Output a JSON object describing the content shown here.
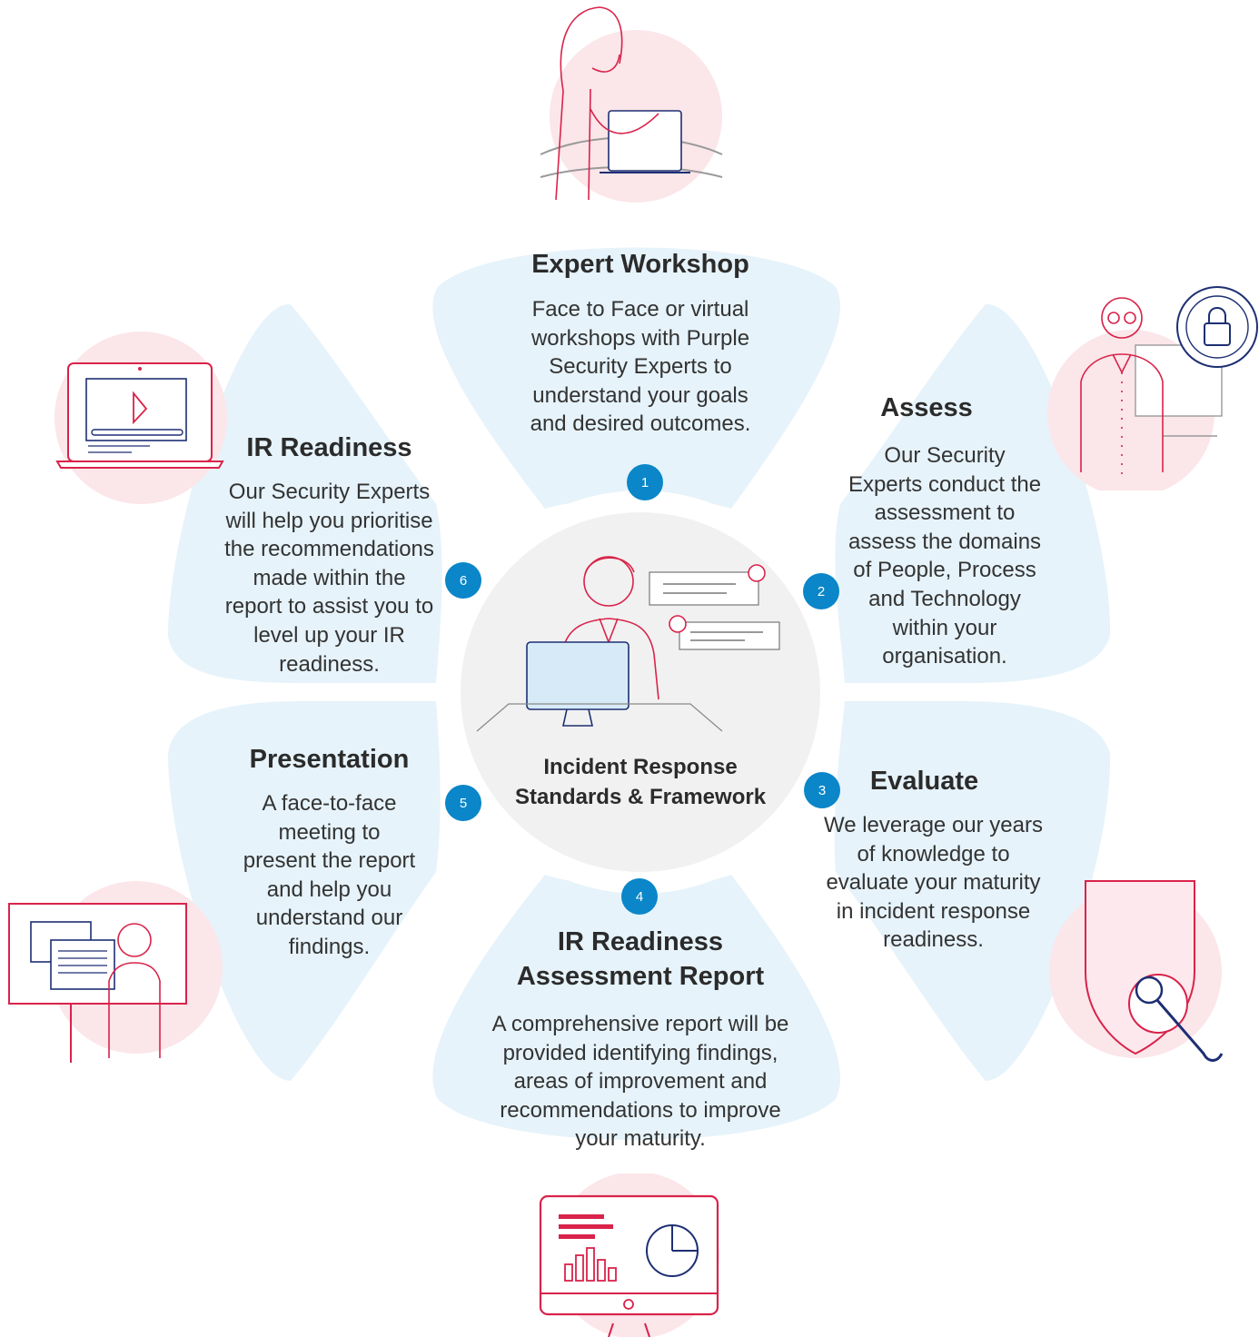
{
  "colors": {
    "petal": "#e6f3fa",
    "center": "#f1f1f1",
    "badge": "#0a86c9",
    "accent": "#d9234a",
    "navy": "#1d2f73",
    "pink_circle": "#fbe6ea"
  },
  "center": {
    "title": "Incident Response Standards & Framework"
  },
  "steps": [
    {
      "number": "1",
      "title": "Expert Workshop",
      "body_lines": [
        "Face to Face or virtual",
        "workshops with Purple",
        "Security Experts to",
        "understand your goals",
        "and desired outcomes."
      ],
      "icon": "woman-with-laptop-illustration"
    },
    {
      "number": "2",
      "title": "Assess",
      "body_lines": [
        "Our Security",
        "Experts conduct the",
        "assessment to",
        "assess the domains",
        "of People, Process",
        "and Technology",
        "within your",
        "organisation."
      ],
      "icon": "man-with-padlock-illustration"
    },
    {
      "number": "3",
      "title": "Evaluate",
      "body_lines": [
        "We leverage our years",
        "of knowledge to",
        "evaluate your maturity",
        "in incident response",
        "readiness."
      ],
      "icon": "shield-gear-wrench-illustration"
    },
    {
      "number": "4",
      "title_lines": [
        "IR Readiness",
        "Assessment Report"
      ],
      "body_lines": [
        "A comprehensive report will be",
        "provided identifying findings,",
        "areas of improvement and",
        "recommendations to improve",
        "your maturity."
      ],
      "icon": "monitor-dashboard-illustration"
    },
    {
      "number": "5",
      "title": "Presentation",
      "body_lines": [
        "A face-to-face",
        "meeting to",
        "present the report",
        "and help you",
        "understand our",
        "findings."
      ],
      "icon": "presenter-whiteboard-illustration"
    },
    {
      "number": "6",
      "title": "IR Readiness",
      "body_lines": [
        "Our Security Experts",
        "will help you prioritise",
        "the recommendations",
        "made within the",
        "report to assist you to",
        "level up your IR",
        "readiness."
      ],
      "icon": "laptop-video-illustration"
    }
  ]
}
